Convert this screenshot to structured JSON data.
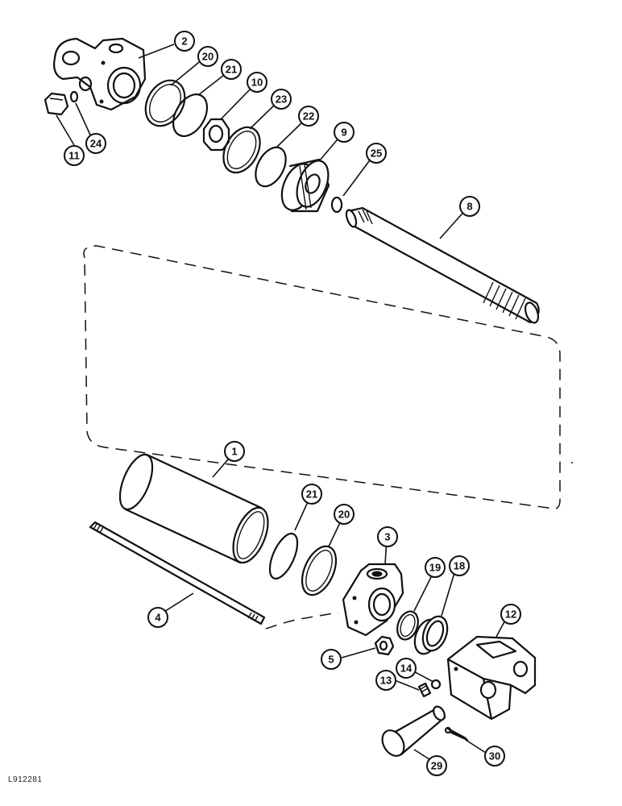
{
  "drawing_id": "L912281",
  "callouts": {
    "c1": "1",
    "c2": "2",
    "c3": "3",
    "c4": "4",
    "c5": "5",
    "c8": "8",
    "c9": "9",
    "c10": "10",
    "c11": "11",
    "c12": "12",
    "c13": "13",
    "c14": "14",
    "c18": "18",
    "c19": "19",
    "c20a": "20",
    "c20b": "20",
    "c21a": "21",
    "c21b": "21",
    "c22": "22",
    "c23": "23",
    "c24": "24",
    "c25": "25",
    "c29": "29",
    "c30": "30"
  }
}
